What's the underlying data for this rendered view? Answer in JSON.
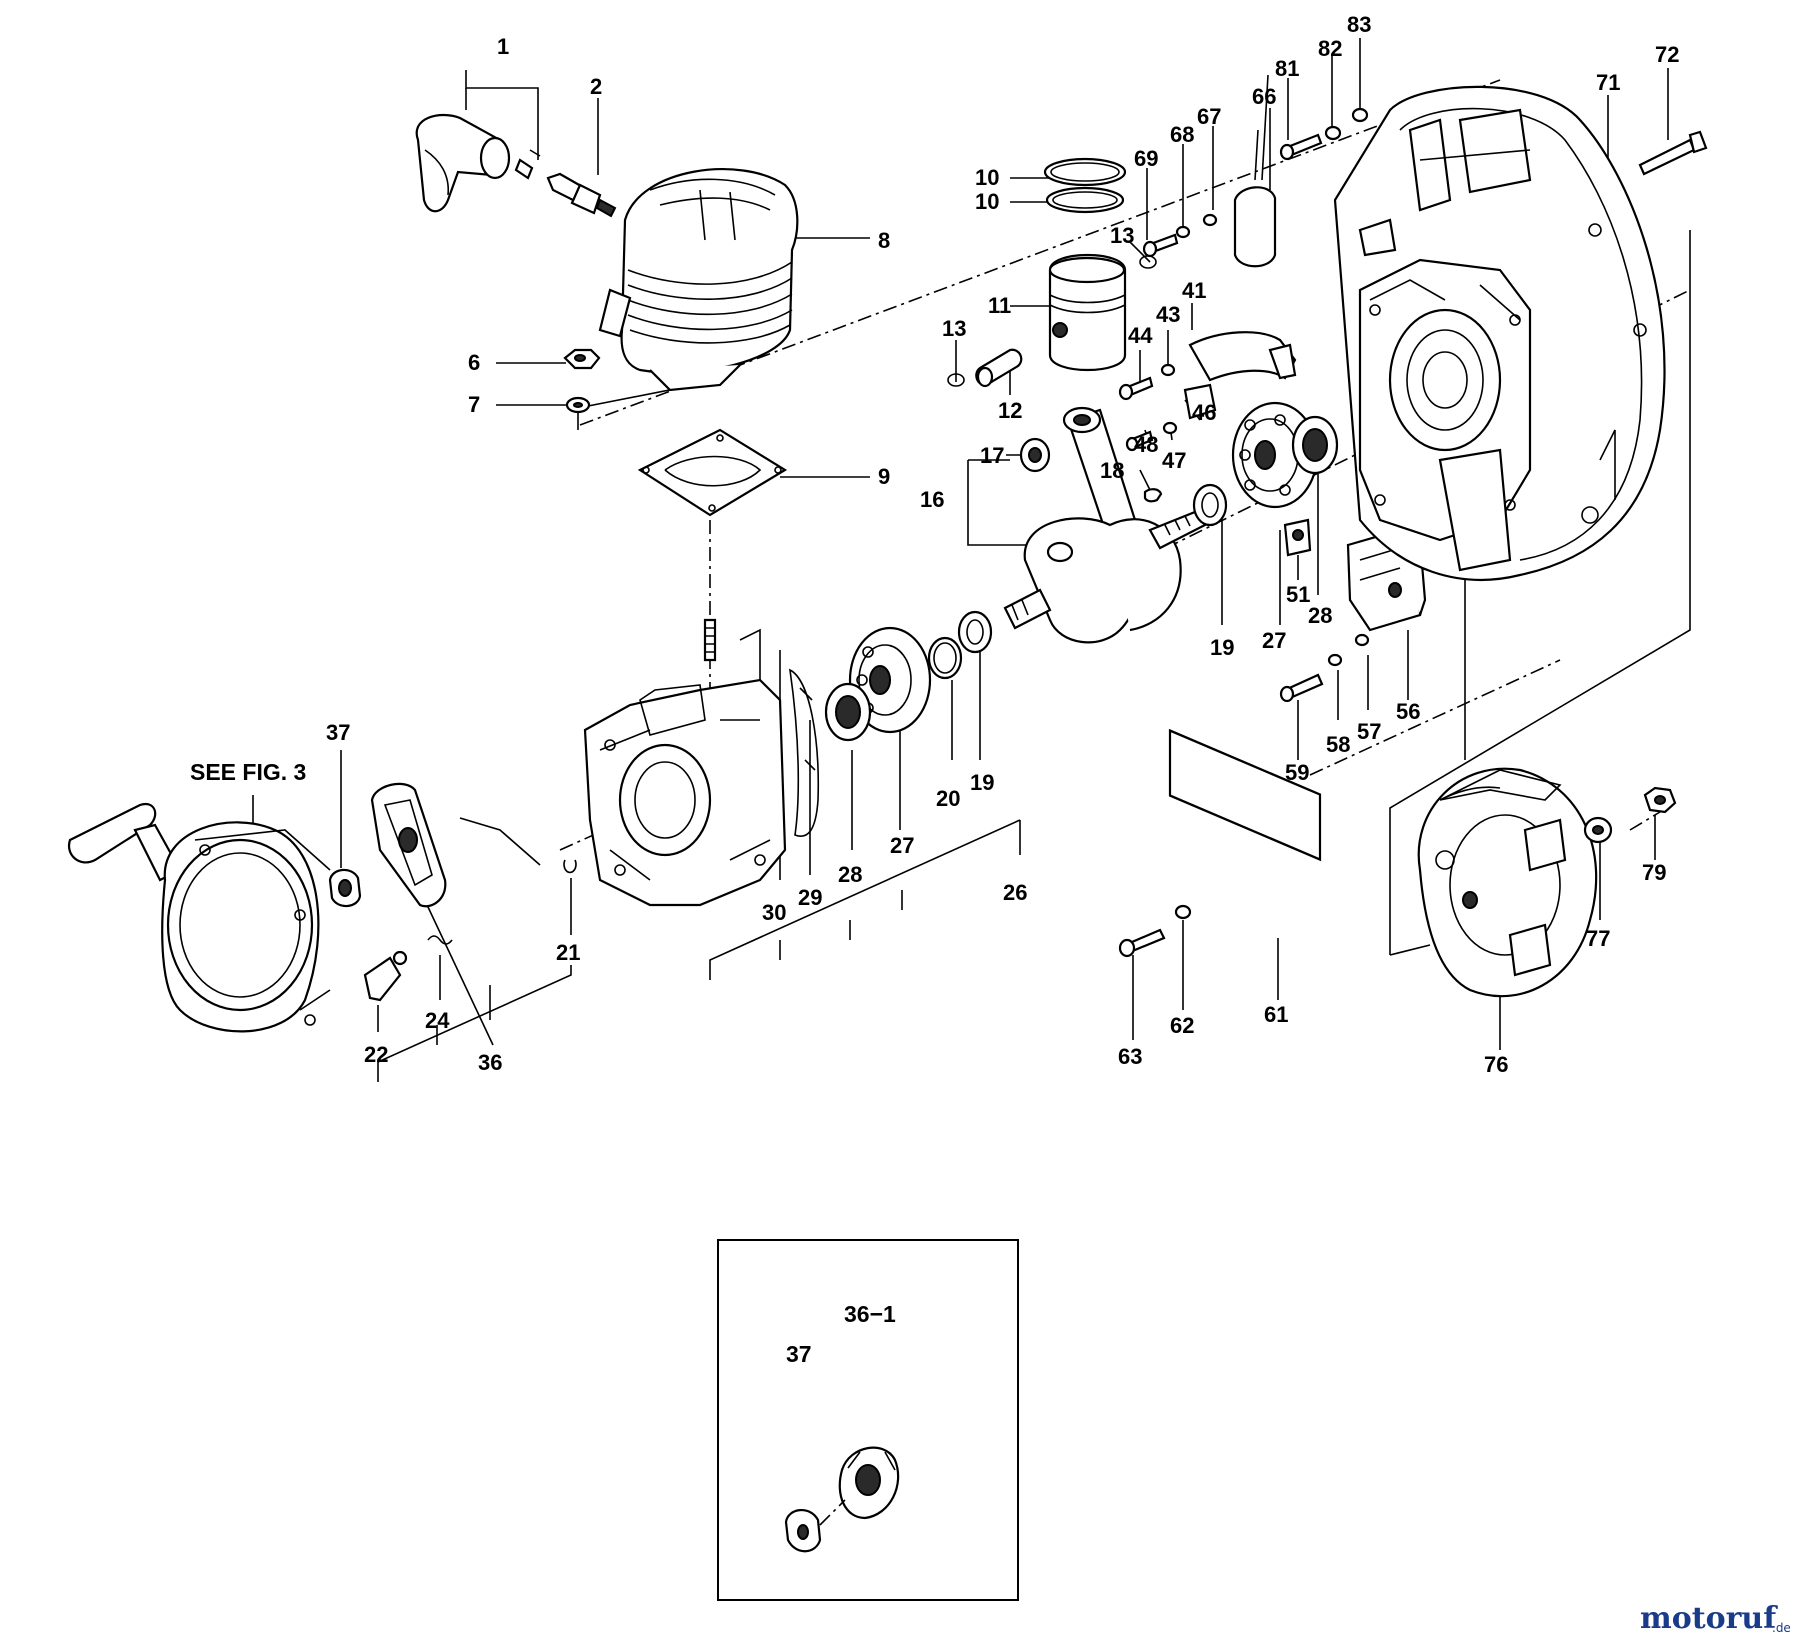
{
  "labels": {
    "p1": "1",
    "p2": "2",
    "p6": "6",
    "p7": "7",
    "p8": "8",
    "p9": "9",
    "p10a": "10",
    "p10b": "10",
    "p11": "11",
    "p12": "12",
    "p13a": "13",
    "p13b": "13",
    "p16": "16",
    "p17": "17",
    "p18": "18",
    "p19a": "19",
    "p19b": "19",
    "p20": "20",
    "p21": "21",
    "p22": "22",
    "p24": "24",
    "p26": "26",
    "p27a": "27",
    "p27b": "27",
    "p28a": "28",
    "p28b": "28",
    "p29": "29",
    "p30": "30",
    "p36": "36",
    "p37": "37",
    "p41": "41",
    "p43": "43",
    "p44": "44",
    "p46": "46",
    "p47": "47",
    "p48": "48",
    "p51": "51",
    "p56": "56",
    "p57": "57",
    "p58": "58",
    "p59": "59",
    "p61": "61",
    "p62": "62",
    "p63": "63",
    "p66": "66",
    "p67": "67",
    "p68": "68",
    "p69": "69",
    "p71": "71",
    "p72": "72",
    "p76": "76",
    "p77": "77",
    "p79": "79",
    "p81": "81",
    "p82": "82",
    "p83": "83"
  },
  "see_fig": "SEE FIG. 3",
  "inset": {
    "label_a": "36−1",
    "label_b": "37"
  },
  "brand": {
    "name": "motoruf",
    "suffix": ".de",
    "color_main": "#1a3a8a",
    "color_accent": "#c07a10"
  }
}
